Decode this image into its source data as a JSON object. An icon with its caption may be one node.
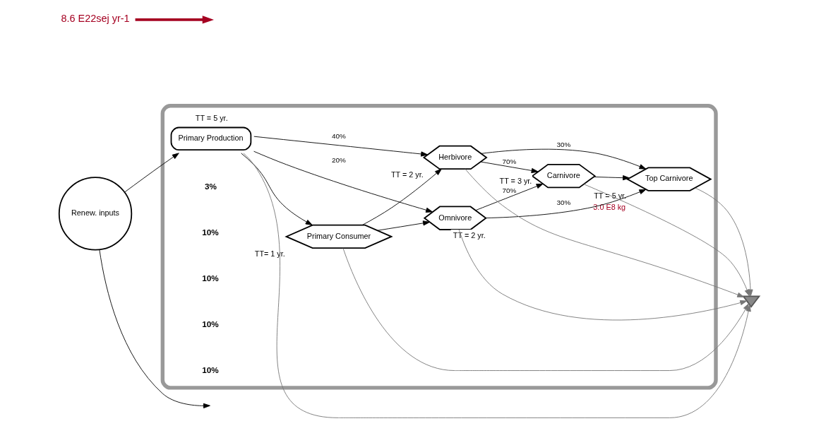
{
  "diagram": {
    "nodes": [
      {
        "text": [],
        "shape": "box"
      },
      {
        "text": [
          "Renew. inputs"
        ]
      },
      {
        "text": [
          "Primary Production"
        ],
        "in": 0,
        "beside": [
          "TT = 5 yr."
        ]
      },
      {
        "text": [
          "Primary Consumer"
        ],
        "in": 0,
        "beside": [
          "TT= 1 yr."
        ]
      },
      {
        "text": [
          "Omnivore"
        ],
        "in": 0,
        "beside": [
          "TT = 2 yr."
        ]
      },
      {
        "text": [
          "Herbivore"
        ],
        "in": 0,
        "beside": [
          "TT = 2 yr."
        ]
      },
      {
        "text": [
          "Carnivore"
        ],
        "in": 0,
        "beside": [
          "TT = 3 yr."
        ]
      },
      {
        "text": [
          "Top Carnivore"
        ],
        "in": 0,
        "beside": [
          "TT = 5 yr.",
          "3.0 E8 kg"
        ]
      },
      {
        "text": [],
        "shape": "ground"
      },
      {
        "text": [
          "8.6 E22sej yr-1"
        ]
      }
    ],
    "edges": [
      {
        "from": 1,
        "to": 2,
        "arrow": "to"
      },
      {
        "from": 1,
        "to": null,
        "arrow": "to"
      },
      {
        "from": 2,
        "to": 3,
        "arrow": "to"
      },
      {
        "from": 2,
        "to": 4,
        "arrow": "to",
        "label": "20%"
      },
      {
        "from": 2,
        "to": 5,
        "arrow": "to",
        "label": "40%"
      },
      {
        "from": 3,
        "to": 4,
        "arrow": "to"
      },
      {
        "from": 3,
        "to": 5,
        "arrow": "to"
      },
      {
        "from": 4,
        "to": 6,
        "arrow": "to",
        "label": "70%"
      },
      {
        "from": 4,
        "to": 7,
        "arrow": "to",
        "label": "30%"
      },
      {
        "from": 5,
        "to": 6,
        "arrow": "to",
        "label": "70%"
      },
      {
        "from": 5,
        "to": 7,
        "arrow": "to",
        "label": "30%"
      },
      {
        "from": 6,
        "to": 7,
        "arrow": "to"
      },
      {
        "from": 2,
        "to": 8,
        "arrow": "to",
        "color": "#777777"
      },
      {
        "from": 3,
        "to": 8,
        "arrow": "to",
        "color": "#777777"
      },
      {
        "from": 4,
        "to": 8,
        "arrow": "to",
        "color": "#777777"
      },
      {
        "from": 5,
        "to": 8,
        "arrow": "to",
        "color": "#777777"
      },
      {
        "from": 6,
        "to": 8,
        "arrow": "to",
        "color": "#777777"
      },
      {
        "from": 7,
        "to": 8,
        "arrow": "to",
        "color": "#777777"
      },
      {
        "from": 9,
        "to": null,
        "arrow": "to",
        "color": "#a50021",
        "style": "thick"
      }
    ],
    "labels": [
      "3%",
      "10%",
      "10%",
      "10%",
      "10%"
    ]
  }
}
